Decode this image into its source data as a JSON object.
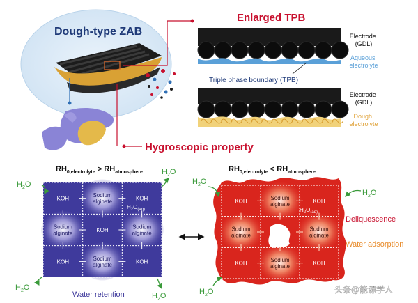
{
  "top": {
    "title": "Dough-type ZAB",
    "enlarged_tpb": "Enlarged TPB",
    "hygroscopic": "Hygroscopic property",
    "electrode_1": "Electrode\n(GDL)",
    "aqueous": "Aqueous\nelectrolyte",
    "tpb_label": "Triple phase boundary (TPB)",
    "electrode_2": "Electrode\n(GDL)",
    "dough_electrolyte": "Dough\nelectrolyte"
  },
  "left_panel": {
    "heading_main": "RH",
    "heading_sub": "0,electrolyte",
    "heading_rel": " > RH",
    "heading_sub2": "atmosphere",
    "h2o": "H",
    "h2o_sub": "2",
    "h2o_tail": "O",
    "h2o_aq": "H",
    "h2o_aq_sub": "2",
    "h2o_aq_tail": "O",
    "h2o_aq_tag": "(aq)",
    "caption": "Water retention",
    "cells": [
      "KOH",
      "Sodium\nalginate",
      "KOH",
      "Sodium\nalginate",
      "KOH",
      "Sodium\nalginate",
      "KOH",
      "Sodium\nalginate",
      "KOH"
    ]
  },
  "right_panel": {
    "heading_main": "RH",
    "heading_sub": "0,electrolyte",
    "heading_rel": " < RH",
    "heading_sub2": "atmosphere",
    "h2o": "H",
    "h2o_sub": "2",
    "h2o_tail": "O",
    "h2o_aq": "H",
    "h2o_aq_sub": "2",
    "h2o_aq_tail": "O",
    "h2o_aq_tag": "(aq)",
    "deliquescence": "Deliquescence",
    "water_adsorption": "Water adsorption",
    "cells": [
      "KOH",
      "Sodium\nalginate",
      "KOH",
      "Sodium\nalginate",
      "",
      "Sodium\nalginate",
      "KOH",
      "Sodium\nalginate",
      "KOH"
    ]
  },
  "watermark": "头条@能源学人",
  "colors": {
    "red": "#c8102e",
    "blue_panel": "#3f3a9c",
    "red_panel": "#d9251d",
    "tpb_blue": "#2f6fb5",
    "aqueous_blue": "#5aa0d8",
    "dough_orange": "#e0a33a",
    "green": "#3a9a3a",
    "orange_text": "#e88b2a"
  }
}
